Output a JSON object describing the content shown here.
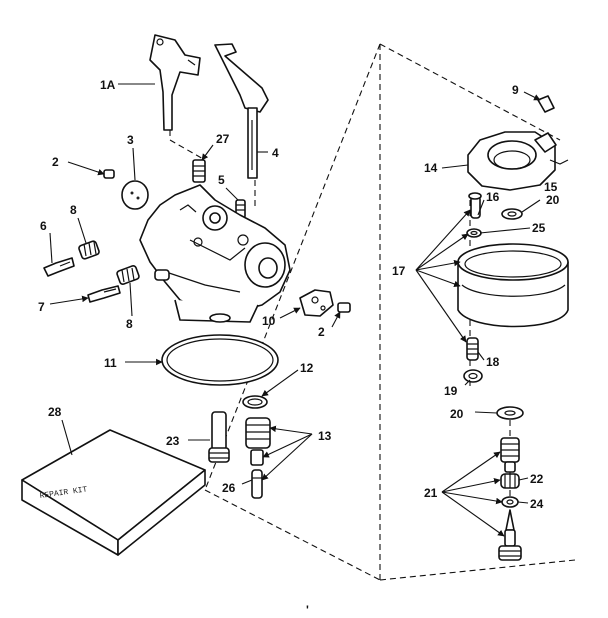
{
  "callouts": {
    "c1a": "1A",
    "c2a": "2",
    "c2b": "2",
    "c3": "3",
    "c4": "4",
    "c5": "5",
    "c6": "6",
    "c7": "7",
    "c8a": "8",
    "c8b": "8",
    "c9": "9",
    "c10": "10",
    "c11": "11",
    "c12": "12",
    "c13": "13",
    "c14": "14",
    "c15": "15",
    "c16": "16",
    "c17": "17",
    "c18": "18",
    "c19": "19",
    "c20a": "20",
    "c20b": "20",
    "c21": "21",
    "c22": "22",
    "c23": "23",
    "c24": "24",
    "c25": "25",
    "c26": "26",
    "c27": "27",
    "c28": "28"
  },
  "kit_label": "REPAIR KIT",
  "footer_mark": "'"
}
